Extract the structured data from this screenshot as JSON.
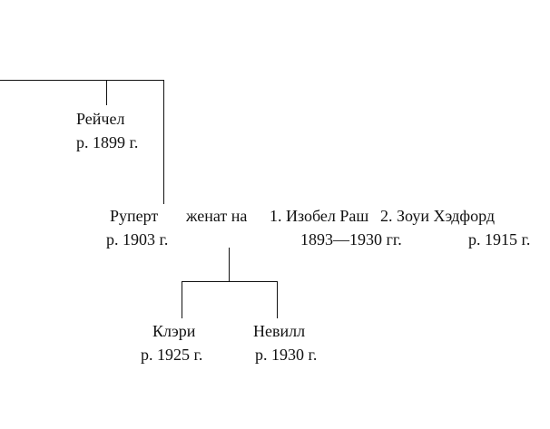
{
  "tree": {
    "rachel": {
      "name": "Рейчел",
      "dates": "р. 1899 г."
    },
    "rupert": {
      "name": "Руперт",
      "dates": "р. 1903 г."
    },
    "married_label": "женат на",
    "spouse1": {
      "name": "1. Изобел Раш",
      "dates": "1893—1930 гг."
    },
    "spouse2": {
      "name": "2. Зоуи Хэдфорд",
      "dates": "р. 1915 г."
    },
    "children": {
      "clary": {
        "name": "Клэри",
        "dates": "р. 1925 г."
      },
      "neville": {
        "name": "Невилл",
        "dates": "р. 1930 г."
      }
    }
  }
}
